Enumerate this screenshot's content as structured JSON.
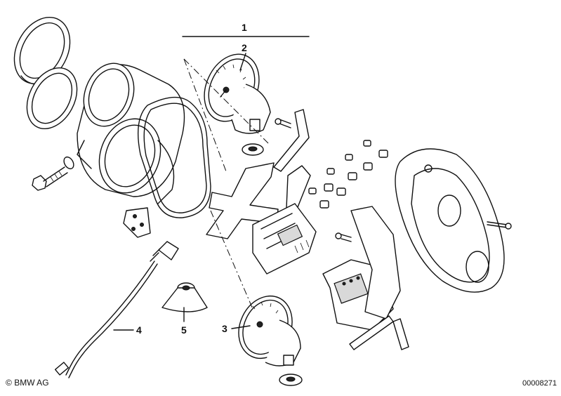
{
  "callouts": [
    {
      "id": "1",
      "label": "1"
    },
    {
      "id": "2",
      "label": "2"
    },
    {
      "id": "3",
      "label": "3"
    },
    {
      "id": "4",
      "label": "4"
    },
    {
      "id": "5",
      "label": "5"
    }
  ],
  "footer": {
    "copyright_symbol": "©",
    "copyright_owner": "BMW AG",
    "drawing_number": "00008271"
  }
}
